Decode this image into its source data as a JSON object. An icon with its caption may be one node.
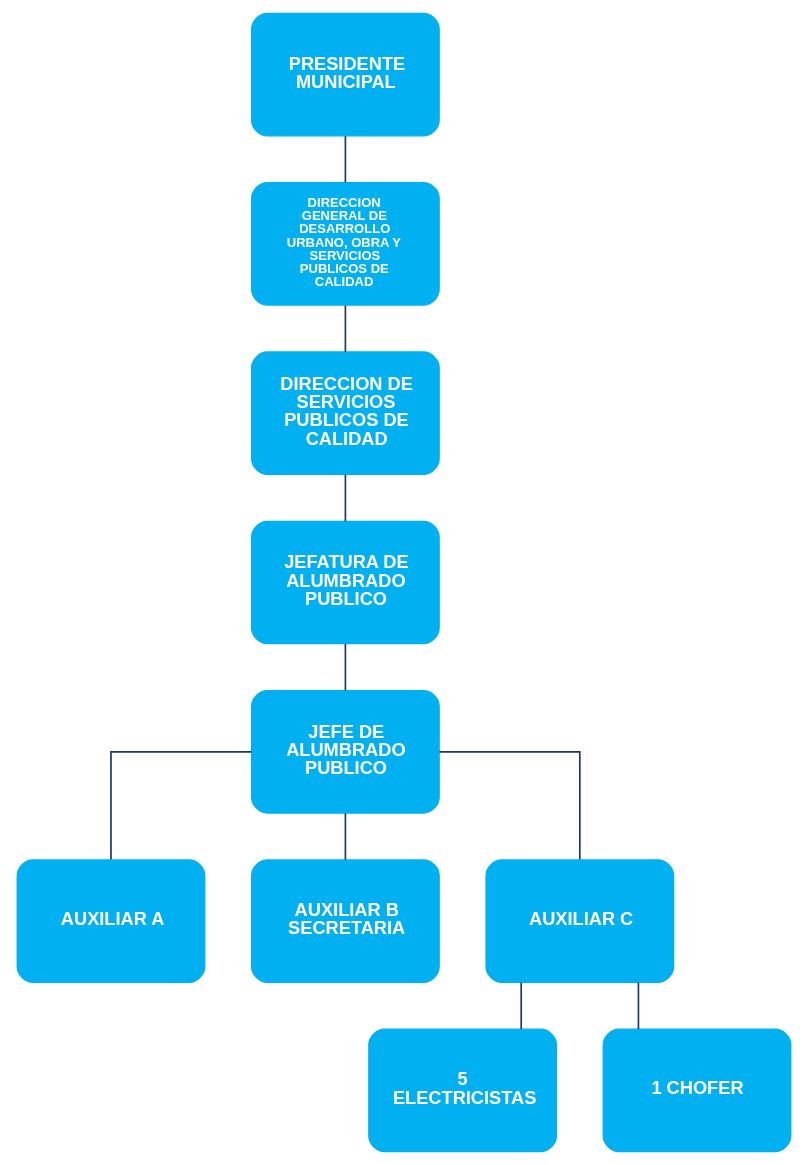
{
  "diagram": {
    "nodes": [
      {
        "text": [
          "PRESIDENTE MUNICIPAL"
        ]
      },
      {
        "text": [
          "DIRECCION GENERAL DE DESARROLLO URBANO, OBRA Y SERVICIOS PUBLICOS DE CALIDAD"
        ]
      },
      {
        "text": [
          "DIRECCION DE SERVICIOS PUBLICOS DE CALIDAD"
        ]
      },
      {
        "text": [
          "JEFATURA DE ALUMBRADO PUBLICO"
        ]
      },
      {
        "text": [
          "JEFE DE ALUMBRADO PUBLICO"
        ]
      },
      {
        "text": [
          "AUXILIAR A"
        ]
      },
      {
        "text": [
          "AUXILIAR B SECRETARIA"
        ]
      },
      {
        "text": [
          "AUXILIAR C"
        ]
      },
      {
        "text": [
          "5 ELECTRICISTAS"
        ]
      },
      {
        "text": [
          "1 CHOFER"
        ]
      }
    ],
    "edges": [
      {
        "from": 0,
        "to": 1,
        "arrow": "none"
      },
      {
        "from": 1,
        "to": 2,
        "arrow": "none"
      },
      {
        "from": 2,
        "to": 3,
        "arrow": "none"
      },
      {
        "from": 3,
        "to": 4,
        "arrow": "none"
      },
      {
        "from": 4,
        "to": 5,
        "arrow": "none"
      },
      {
        "from": 4,
        "to": 6,
        "arrow": "none"
      },
      {
        "from": 4,
        "to": 7,
        "arrow": "none"
      },
      {
        "from": 7,
        "to": 8,
        "arrow": "none"
      },
      {
        "from": 7,
        "to": 9,
        "arrow": "none"
      }
    ]
  }
}
